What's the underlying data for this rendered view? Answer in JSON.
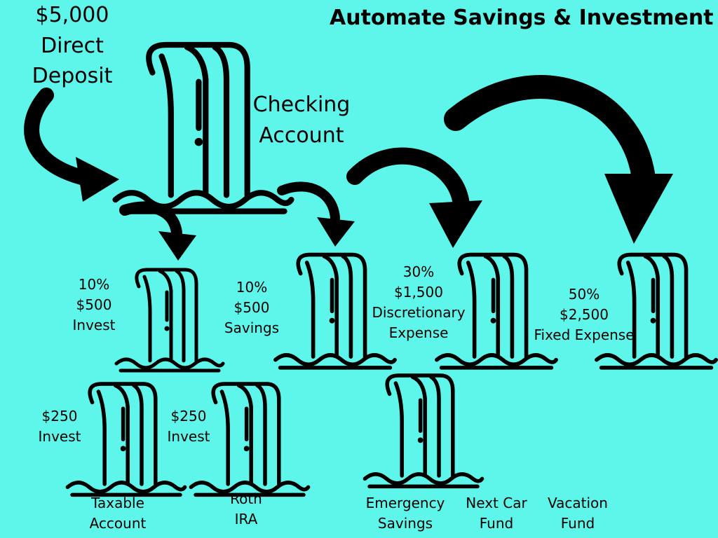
{
  "title": "Automate Savings & Investment",
  "deposit": [
    "$5,000",
    "Direct",
    "Deposit"
  ],
  "checking": [
    "Checking",
    "Account"
  ],
  "invest_bucket": [
    "10%",
    "$500",
    "Invest"
  ],
  "savings_bucket": [
    "10%",
    "$500",
    "Savings"
  ],
  "discretionary_bucket": [
    "30%",
    "$1,500",
    "Discretionary",
    "Expense"
  ],
  "fixed_bucket": [
    "50%",
    "$2,500",
    "Fixed Expense"
  ],
  "taxable_split": [
    "$250",
    "Invest"
  ],
  "roth_split": [
    "$250",
    "Invest"
  ],
  "taxable_name": [
    "Taxable",
    "Account"
  ],
  "roth_name": [
    "Roth",
    "IRA"
  ],
  "emergency_name": [
    "Emergency",
    "Savings"
  ],
  "car_name": [
    "Next Car",
    "Fund"
  ],
  "vacation_name": [
    "Vacation",
    "Fund"
  ],
  "colors": {
    "background": "#5ef5ea",
    "ink": "#000000"
  },
  "icons": [
    "waterfall-icon",
    "arrow-icon"
  ]
}
